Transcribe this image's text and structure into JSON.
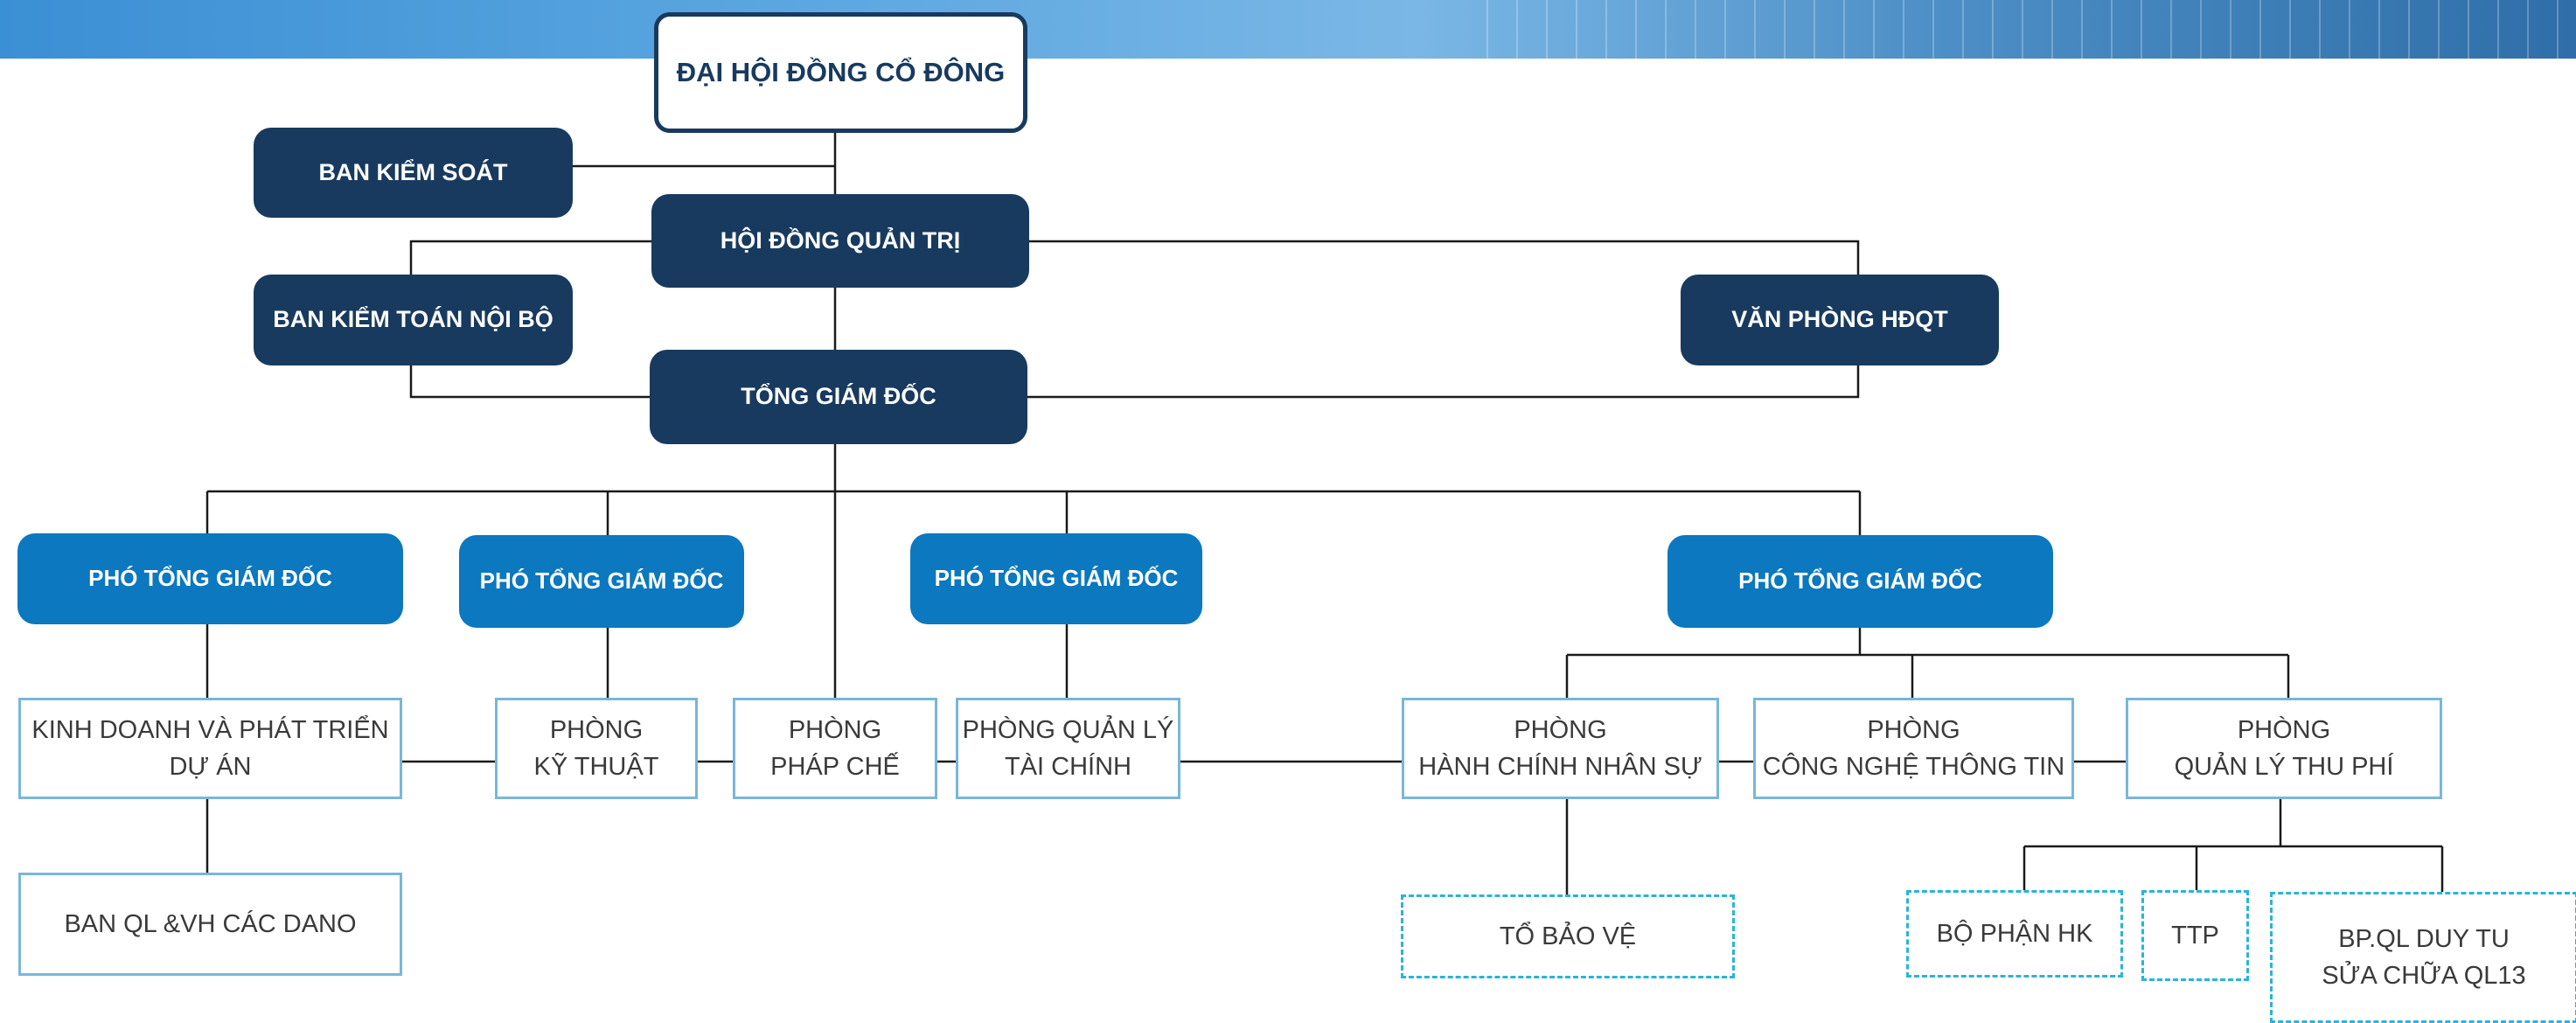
{
  "nodes": {
    "dhdcd": "ĐẠI HỘI ĐỒNG CỔ ĐÔNG",
    "ban_kiem_soat": "BAN KIỂM SOÁT",
    "hdqt": "HỘI ĐỒNG QUẢN TRỊ",
    "ban_kiem_toan": "BAN KIỂM TOÁN NỘI BỘ",
    "van_phong_hdqt": "VĂN PHÒNG HĐQT",
    "tong_giam_doc": "TỔNG GIÁM ĐỐC",
    "pho_tgd_1": "PHÓ TỔNG GIÁM ĐỐC",
    "pho_tgd_2": "PHÓ TỔNG GIÁM ĐỐC",
    "pho_tgd_3": "PHÓ TỔNG GIÁM ĐỐC",
    "pho_tgd_4": "PHÓ TỔNG GIÁM ĐỐC",
    "kinh_doanh": "KINH DOANH VÀ PHÁT TRIỂN\nDỰ ÁN",
    "ky_thuat": "PHÒNG\nKỸ THUẬT",
    "phap_che": "PHÒNG\nPHÁP CHẾ",
    "tai_chinh": "PHÒNG QUẢN LÝ\nTÀI CHÍNH",
    "hanh_chinh": "PHÒNG\nHÀNH CHÍNH NHÂN SỰ",
    "cntt": "PHÒNG\nCÔNG NGHỆ THÔNG TIN",
    "thu_phi": "PHÒNG\nQUẢN LÝ THU PHÍ",
    "ban_ql": "BAN QL &VH CÁC DANO",
    "to_bao_ve": "TỔ BẢO VỆ",
    "bo_phan_hk": "BỘ PHẬN HK",
    "ttp": "TTP",
    "duy_tu": "BP.QL DUY TU\nSỬA CHỮA QL13"
  },
  "colors": {
    "dark_node": "#183a5f",
    "blue_node": "#0b78bf",
    "dept_border": "#78b7da",
    "sub_border": "#2bb3d8",
    "connector": "#1a1a1a"
  }
}
